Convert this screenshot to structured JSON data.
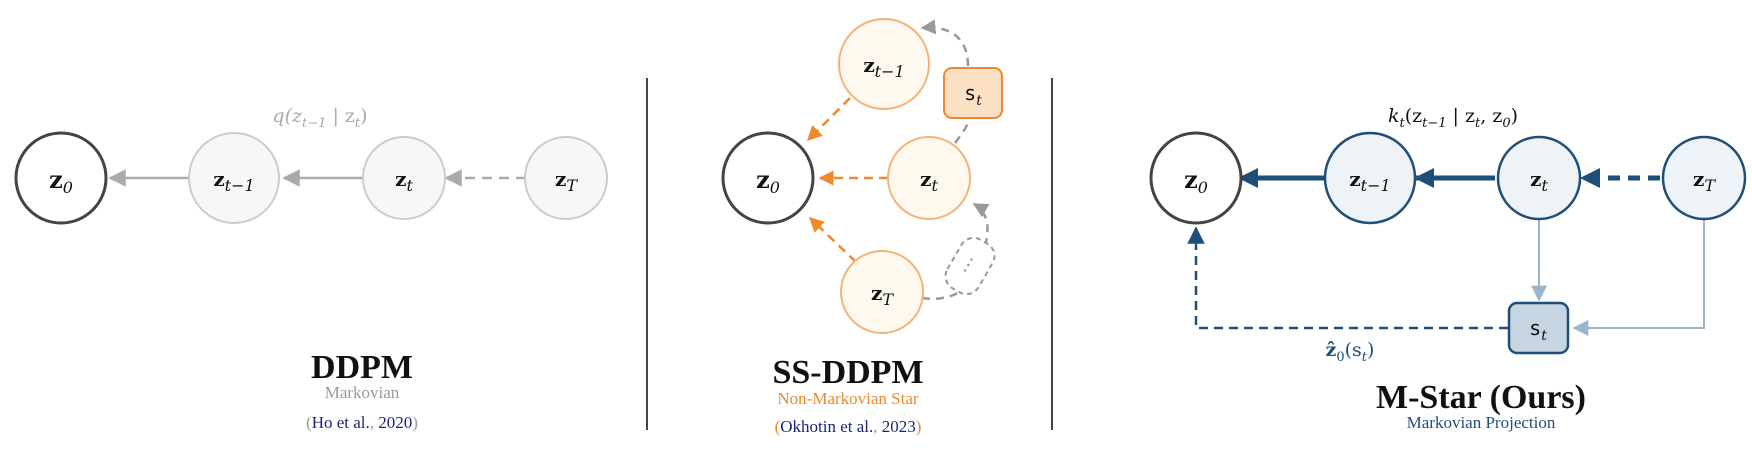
{
  "colors": {
    "markovian_gray": "#aaaaaa",
    "orange": "#ee8a2c",
    "navy": "#1f4e79",
    "cite_blue": "#1a237e"
  },
  "ddpm": {
    "title": "DDPM",
    "subtitle": "Markovian",
    "cite_open": "(",
    "cite_authors": "Ho et al.",
    "cite_sep": ", ",
    "cite_year": "2020",
    "cite_close": ")",
    "edge_label": {
      "main": "q(z",
      "sub1": "t−1",
      "bar": " | z",
      "sub2": "t",
      "close": ")"
    },
    "nodes": [
      {
        "name": "z",
        "sub": "0"
      },
      {
        "name": "z",
        "sub": "t−1"
      },
      {
        "name": "z",
        "sub": "t"
      },
      {
        "name": "z",
        "sub": "T"
      }
    ]
  },
  "ssddpm": {
    "title": "SS-DDPM",
    "subtitle": "Non-Markovian Star",
    "cite_open": "(",
    "cite_authors": "Okhotin et al.",
    "cite_sep": ", ",
    "cite_year": "2023",
    "cite_close": ")",
    "stat_label": {
      "name": "s",
      "sub": "t"
    },
    "ellipsis": "···",
    "nodes": [
      {
        "name": "z",
        "sub": "t−1"
      },
      {
        "name": "z",
        "sub": "0"
      },
      {
        "name": "z",
        "sub": "t"
      },
      {
        "name": "z",
        "sub": "T"
      }
    ]
  },
  "mstar": {
    "title": "M-Star (Ours)",
    "subtitle": "Markovian Projection",
    "kernel_label": {
      "main": "k",
      "sub0": "t",
      "open": "(z",
      "sub1": "t−1",
      "bar": " | z",
      "sub2": "t",
      "comma": ", z",
      "sub3": "0",
      "close": ")"
    },
    "proj_label": {
      "main": "ẑ",
      "sub": "0",
      "open": "(s",
      "sub2": "t",
      "close": ")"
    },
    "stat_label": {
      "name": "s",
      "sub": "t"
    },
    "nodes": [
      {
        "name": "z",
        "sub": "0"
      },
      {
        "name": "z",
        "sub": "t−1"
      },
      {
        "name": "z",
        "sub": "t"
      },
      {
        "name": "z",
        "sub": "T"
      }
    ]
  }
}
